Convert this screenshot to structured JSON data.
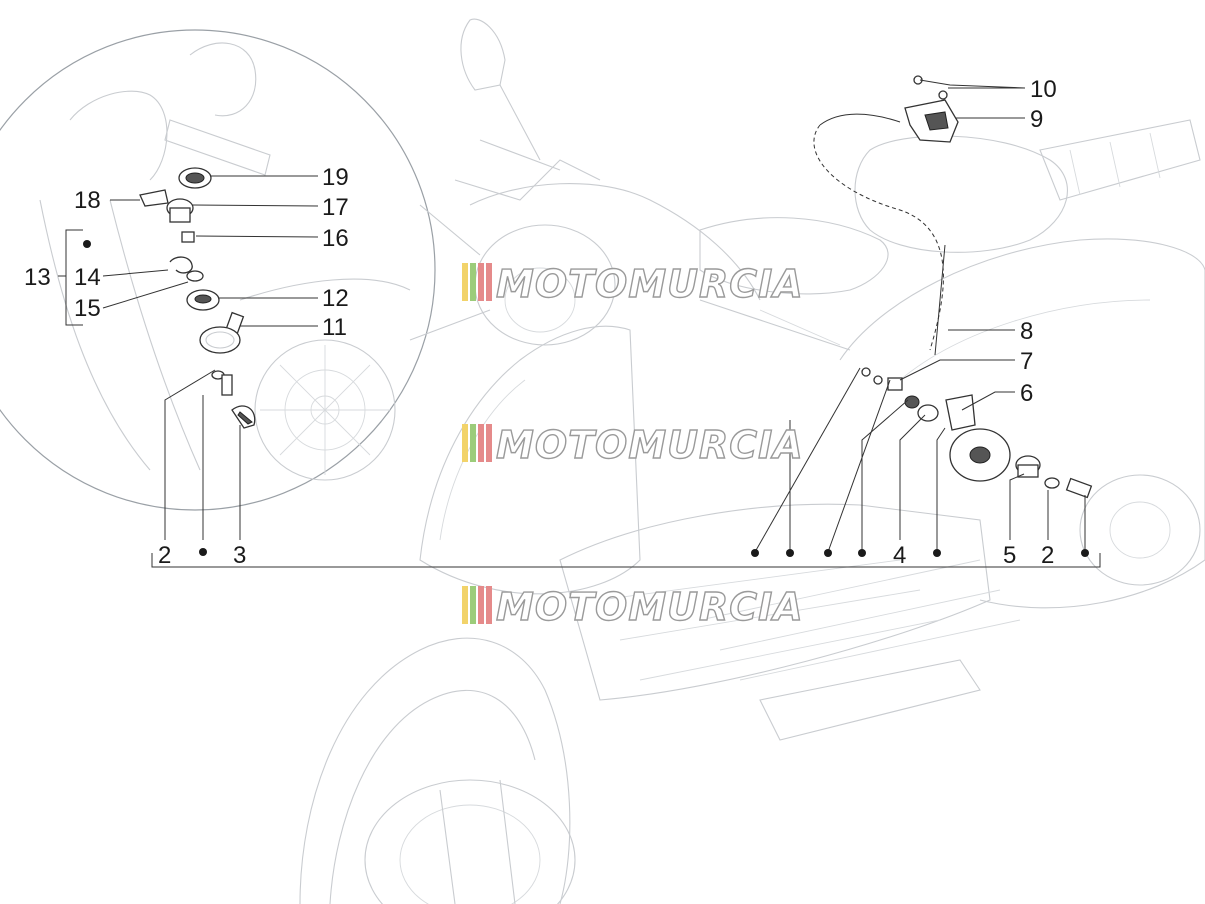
{
  "watermarks": [
    {
      "text": "MOTOMURCIA"
    },
    {
      "text": "MOTOMURCIA"
    },
    {
      "text": "MOTOMURCIA"
    }
  ],
  "watermark_colors": [
    "#f2d36a",
    "#9ccc7a",
    "#e58a8a"
  ],
  "callouts": {
    "c19": "19",
    "c18": "18",
    "c17": "17",
    "c16": "16",
    "c13": "13",
    "c14": "14",
    "c15": "15",
    "c12": "12",
    "c11": "11",
    "c2a": "2",
    "c3": "3",
    "c10": "10",
    "c9": "9",
    "c8": "8",
    "c7": "7",
    "c6": "6",
    "c4": "4",
    "c5": "5",
    "c2b": "2"
  }
}
